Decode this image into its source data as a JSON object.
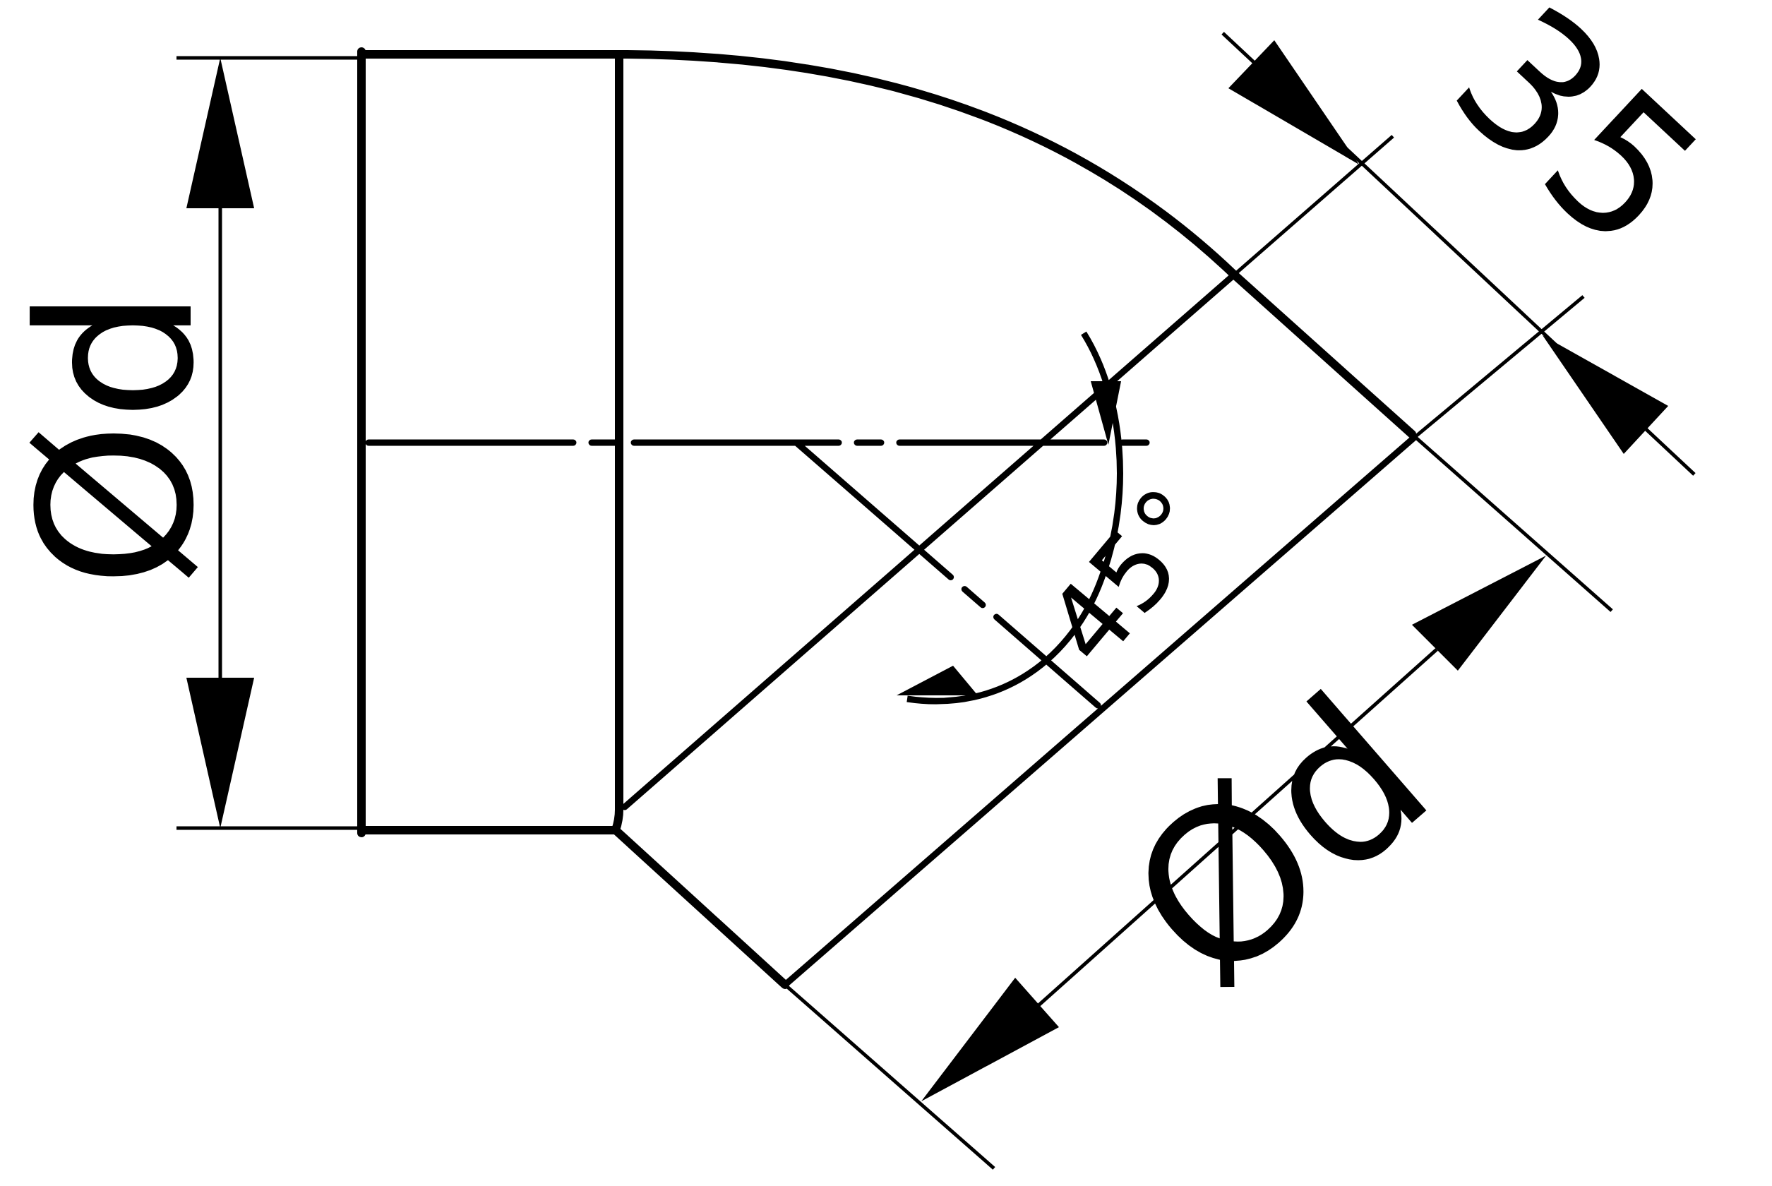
{
  "drawing": {
    "dimensions": {
      "diameter_left": "Ød",
      "diameter_diagonal": "Ød",
      "length": "35",
      "angle": "45°"
    },
    "colors": {
      "line": "#000000",
      "background": "#ffffff"
    }
  }
}
